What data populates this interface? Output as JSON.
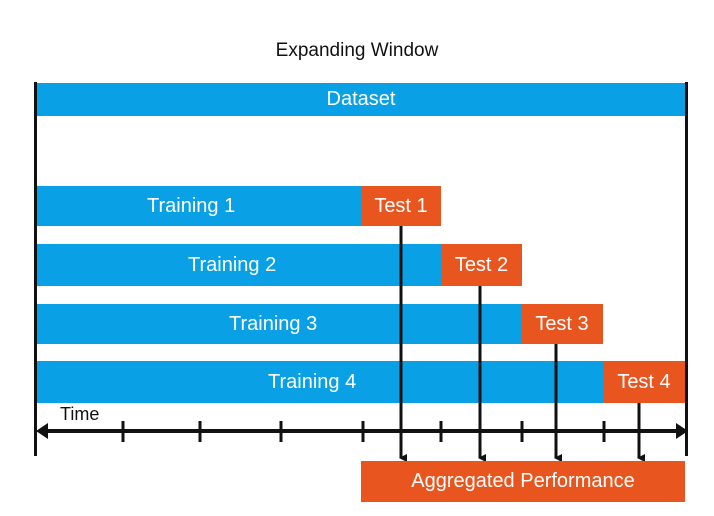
{
  "title": "Expanding Window",
  "dataset_label": "Dataset",
  "training_labels": [
    "Training 1",
    "Training 2",
    "Training 3",
    "Training 4"
  ],
  "test_labels": [
    "Test 1",
    "Test 2",
    "Test 3",
    "Test 4"
  ],
  "axis_label": "Time",
  "aggregate_label": "Aggregated Performance",
  "colors": {
    "training": "#0aa0e6",
    "test": "#e8551e",
    "line": "#111111"
  }
}
